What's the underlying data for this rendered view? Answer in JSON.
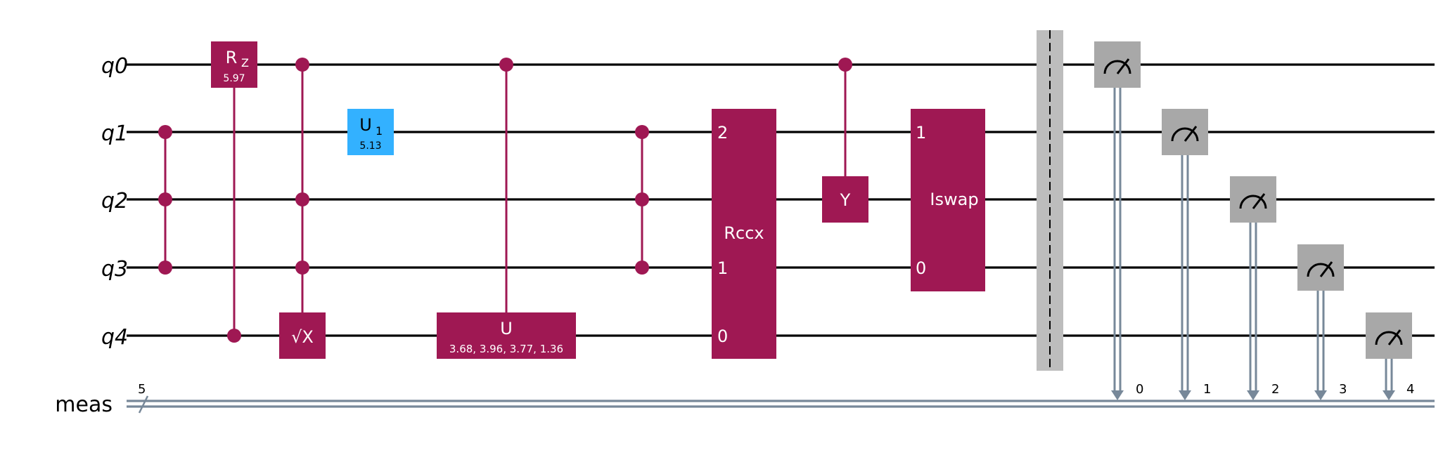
{
  "colors": {
    "gate": "#9f1853",
    "u1_gate": "#33b1ff",
    "measure": "#a8a8a8",
    "barrier": "#bdbdbd",
    "classical": "#778899",
    "wire": "#000000"
  },
  "wires": {
    "qubits": [
      "q0",
      "q1",
      "q2",
      "q3",
      "q4"
    ],
    "classical": {
      "name": "meas",
      "bits": "5"
    }
  },
  "gates": {
    "rz": {
      "name": "R",
      "sub": "Z",
      "param": "5.97"
    },
    "u1": {
      "name": "U",
      "sub": "1",
      "param": "5.13"
    },
    "sx": {
      "name": "√X"
    },
    "u": {
      "name": "U",
      "param": "3.68, 3.96, 3.77, 1.36"
    },
    "rccx": {
      "name": "Rccx",
      "port_q1": "2",
      "port_q3": "1",
      "port_q4": "0"
    },
    "y": {
      "name": "Y"
    },
    "iswap": {
      "name": "Iswap",
      "port_q1": "1",
      "port_q3": "0"
    }
  },
  "measurements": {
    "icon": "meter-icon",
    "bit_labels": [
      "0",
      "1",
      "2",
      "3",
      "4"
    ]
  }
}
